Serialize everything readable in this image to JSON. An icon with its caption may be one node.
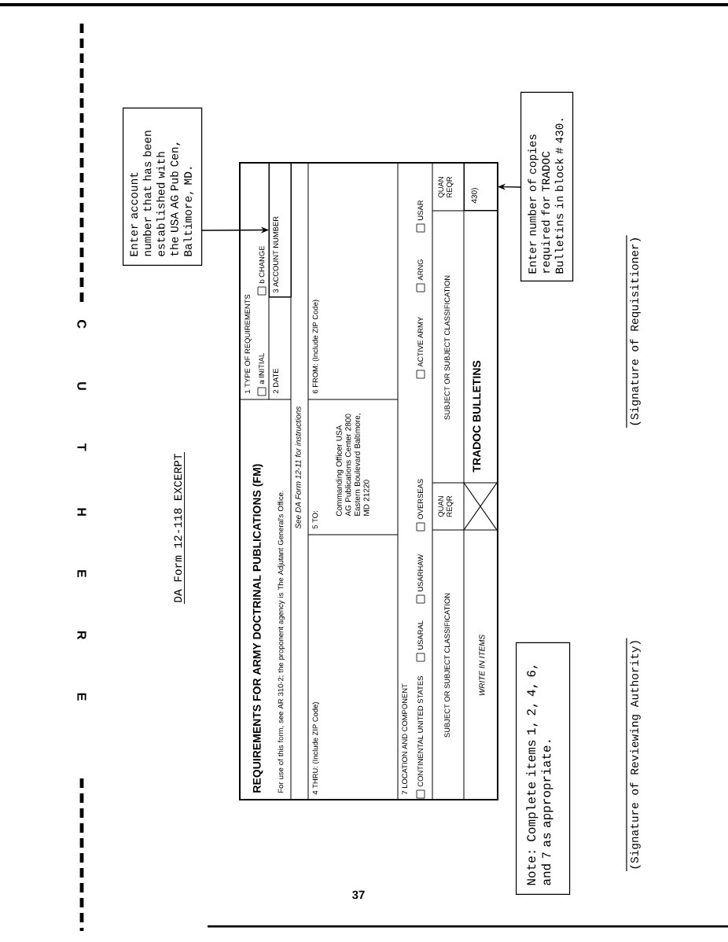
{
  "diagram": {
    "nodes": [
      {
        "text": [
          "REQUIREMENTS FOR ARMY DOCTRINAL PUBLICATIONS (FM)",
          "For use of this form, see AR 310-2; the proponent agency is The Adjutant General's Office."
        ]
      },
      {
        "text": [
          "3 ACCOUNT NUMBER"
        ],
        "in": 0
      },
      {
        "text": [
          "430)"
        ],
        "in": 0
      },
      {
        "text": [
          "Enter account number that has been established with the USA AG Pub Cen, Baltimore, MD."
        ]
      },
      {
        "text": [
          "Enter number of copies required for TRADOC Bulletins in block # 430."
        ]
      },
      {
        "text": [
          "Note:  Complete items 1, 2, 4, 6, and 7 as appropriate."
        ]
      }
    ],
    "edges": [
      {
        "from": 3,
        "to": 1,
        "arrow": "to"
      },
      {
        "from": 4,
        "to": 2,
        "arrow": "to"
      }
    ],
    "labels": [
      "DA Form 12-118 EXCERPT",
      "1 TYPE OF REQUIREMENTS",
      "a INITIAL",
      "b CHANGE",
      "2 DATE",
      "See DA Form 12-11 for instructions",
      "4 THRU: (Include ZIP Code)",
      "5 TO:",
      "Commanding Officer USA AG Publications Center 2800 Eastern Boulevard Baltimore, MD 21220",
      "6 FROM: (Include ZIP Code)",
      "7 LOCATION AND COMPONENT",
      "CONTINENTAL UNITED STATES",
      "USARAL",
      "USARHAW",
      "OVERSEAS",
      "ACTIVE ARMY",
      "ARNG",
      "USAR",
      "SUBJECT OR SUBJECT CLASSIFICATION",
      "QUAN REQR",
      "SUBJECT OR SUBJECT CLASSIFICATION",
      "QUAN REQR",
      "WRITE IN ITEMS",
      "TRADOC BULLETINS",
      "(Signature of Reviewing Authority)",
      "(Signature of Requisitioner)",
      "CUT HERE",
      "37"
    ]
  }
}
